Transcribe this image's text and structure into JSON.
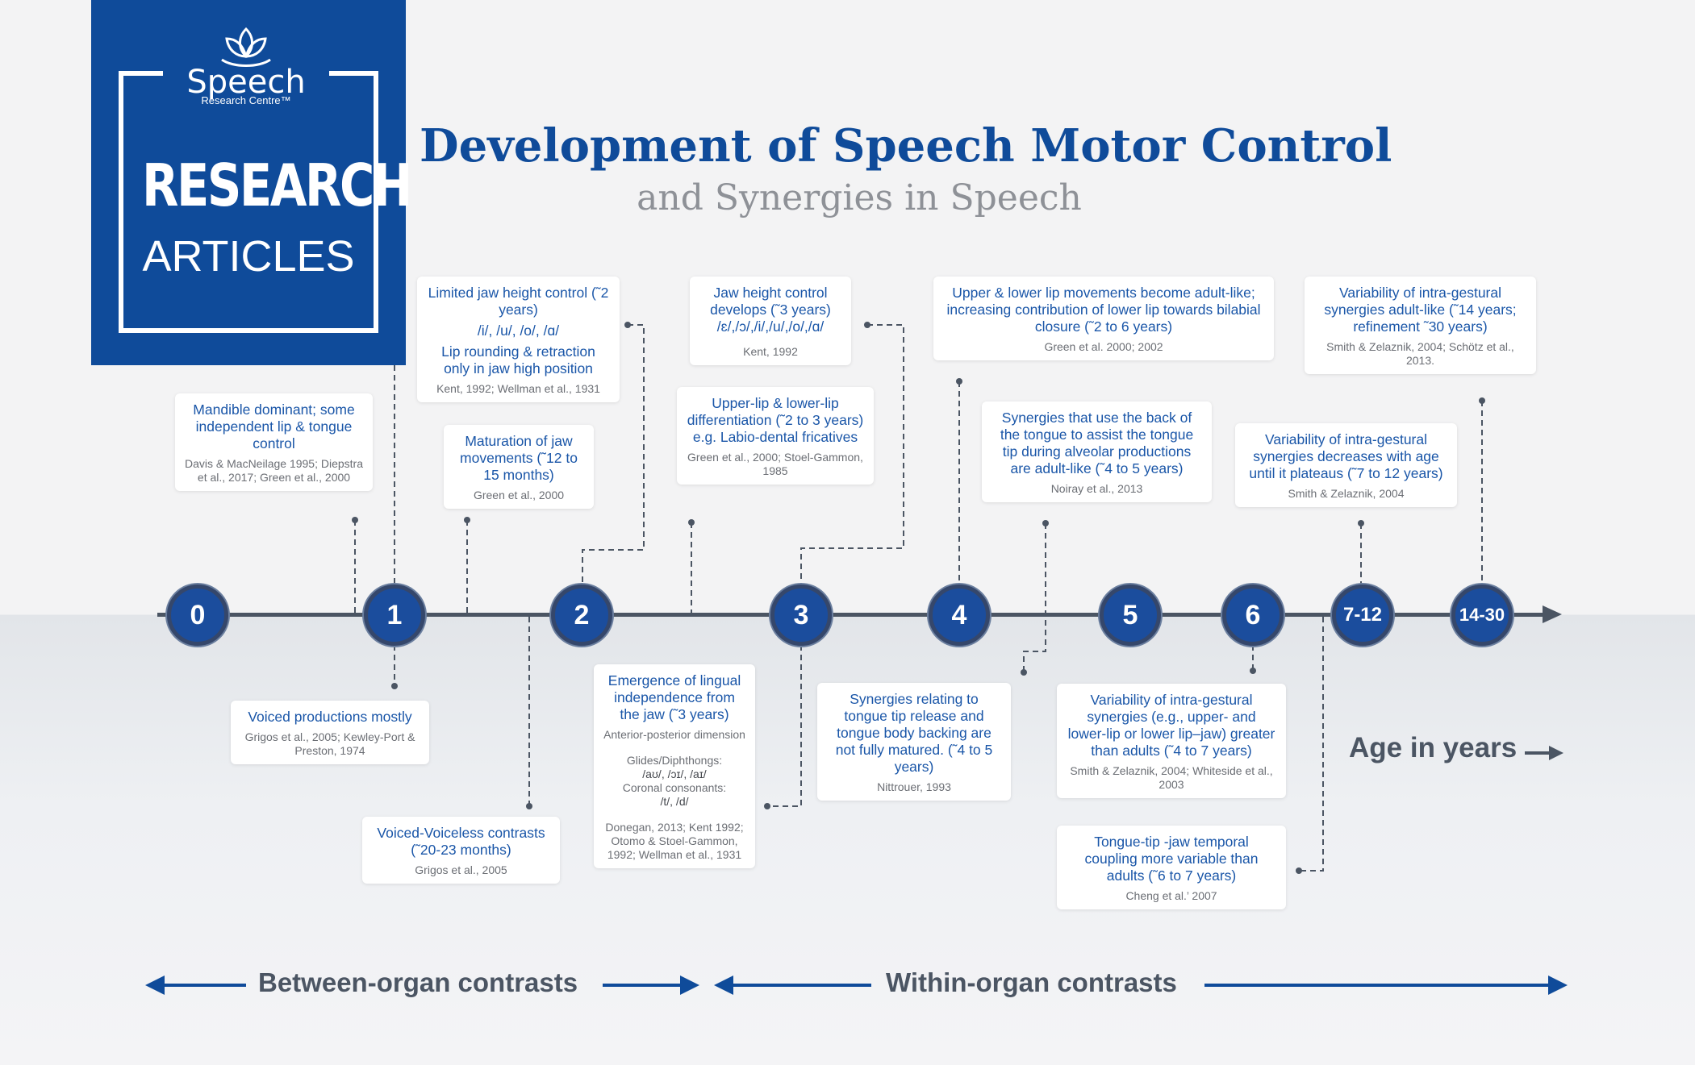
{
  "logo": {
    "brand": "Speech",
    "brand_sub": "Research Centre™",
    "research": "RESEARCH",
    "articles": "ARTICLES",
    "icon": "leaf-speech-icon"
  },
  "title": "Development of Speech Motor Control",
  "subtitle": "and Synergies in Speech",
  "timeline": {
    "nodes": [
      "0",
      "1",
      "2",
      "3",
      "4",
      "5",
      "6",
      "7-12",
      "14-30"
    ],
    "age_label": "Age in years",
    "between_label": "Between-organ contrasts",
    "within_label": "Within-organ contrasts"
  },
  "boxes": {
    "b_mandible": {
      "h": "Mandible dominant; some independent lip & tongue control",
      "r": "Davis & MacNeilage 1995; Diepstra et al., 2017; Green et al., 2000"
    },
    "b_limited_jaw": {
      "h1": "Limited jaw height control (˜2 years)",
      "h2": "/i/, /u/, /o/, /ɑ/",
      "h3": "Lip rounding & retraction only in jaw high position",
      "r": "Kent, 1992; Wellman et al., 1931"
    },
    "b_maturation": {
      "h": "Maturation of jaw movements (˜12 to 15 months)",
      "r": "Green et al., 2000"
    },
    "b_jaw_height": {
      "h1": "Jaw height control develops (˜3 years)",
      "h2": "/ɛ/,/ɔ/,/i/,/u/,/o/,/ɑ/",
      "r": "Kent, 1992"
    },
    "b_upper_lower_diff": {
      "h": "Upper-lip & lower-lip differentiation (˜2 to 3 years) e.g. Labio-dental fricatives",
      "r": "Green et al., 2000; Stoel-Gammon, 1985"
    },
    "b_upper_lower_adult": {
      "h": "Upper & lower lip movements become adult-like; increasing contribution of lower lip towards bilabial closure (˜2 to 6 years)",
      "r": "Green et al. 2000; 2002"
    },
    "b_back_tongue": {
      "h": "Synergies that use the back of the tongue to assist the tongue tip during alveolar productions are adult-like (˜4 to 5 years)",
      "r": "Noiray et al., 2013"
    },
    "b_var_adult": {
      "h": "Variability of intra-gestural synergies adult-like (˜14 years; refinement ˜30 years)",
      "r": "Smith & Zelaznik, 2004; Schötz et al., 2013."
    },
    "b_var_decreases": {
      "h": "Variability of intra-gestural synergies decreases with age until it plateaus (˜7 to 12 years)",
      "r": "Smith & Zelaznik, 2004"
    },
    "b_voiced": {
      "h": "Voiced productions mostly",
      "r": "Grigos et al., 2005; Kewley-Port & Preston, 1974"
    },
    "b_voiced_voiceless": {
      "h": "Voiced-Voiceless contrasts (˜20-23 months)",
      "r": "Grigos et al., 2005"
    },
    "b_lingual": {
      "h": "Emergence of lingual independence from the jaw (˜3 years)",
      "m1": "Anterior-posterior dimension",
      "m2": "Glides/Diphthongs:",
      "m3": "/aʊ/, /ɔɪ/, /aɪ/",
      "m4": "Coronal consonants:",
      "m5": "/t/, /d/",
      "r": "Donegan, 2013; Kent 1992; Otomo & Stoel-Gammon, 1992; Wellman et al., 1931"
    },
    "b_tongue_tip": {
      "h": "Synergies relating to tongue tip release and tongue body backing are not fully matured. (˜4 to 5 years)",
      "r": "Nittrouer, 1993"
    },
    "b_var_greater": {
      "h": "Variability of intra-gestural synergies (e.g., upper- and lower-lip or lower lip–jaw) greater than adults (˜4 to 7 years)",
      "r": "Smith & Zelaznik, 2004; Whiteside et al., 2003"
    },
    "b_tongue_jaw": {
      "h": "Tongue-tip -jaw temporal coupling more variable than adults (˜6 to 7 years)",
      "r": "Cheng et al.’ 2007"
    }
  },
  "colors": {
    "brand_blue": "#0f4b9a",
    "text_blue": "#1a56a8",
    "axis_gray": "#4b5563",
    "node_blue": "#1b4d9d"
  }
}
